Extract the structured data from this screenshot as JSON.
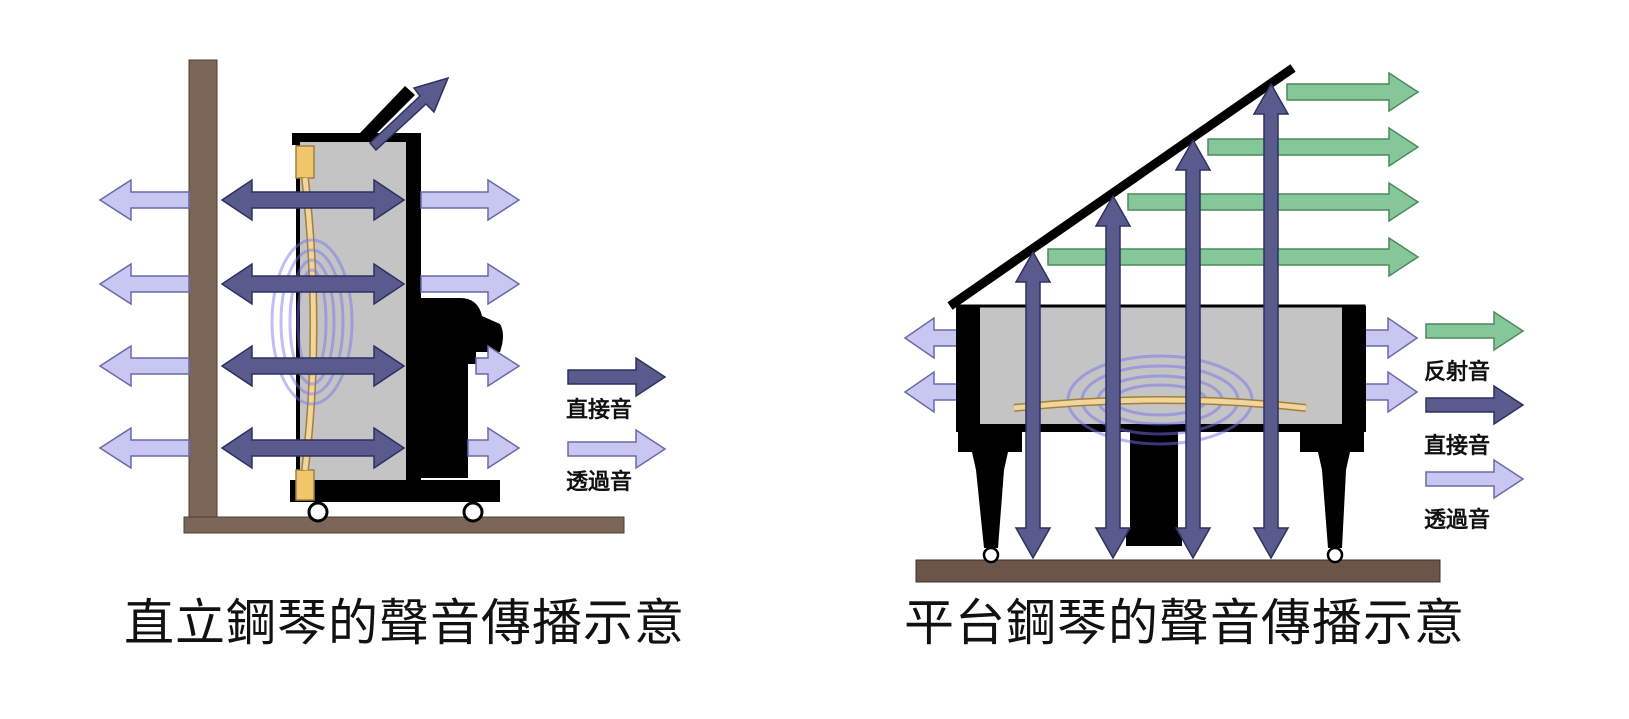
{
  "upright": {
    "caption": "直立鋼琴的聲音傳播示意",
    "legend": {
      "direct": "直接音",
      "transmitted": "透過音"
    }
  },
  "grand": {
    "caption": "平台鋼琴的聲音傳播示意",
    "legend": {
      "reflected": "反射音",
      "direct": "直接音",
      "transmitted": "透過音"
    }
  },
  "colors": {
    "direct": "#585b8c",
    "transmitted": "#c7c7f2",
    "reflected": "#86c79a",
    "wall": "#7b6657",
    "body": "#c4c4c4",
    "soundboard": "#f1d59a",
    "vibration": "#6f6ff0"
  }
}
